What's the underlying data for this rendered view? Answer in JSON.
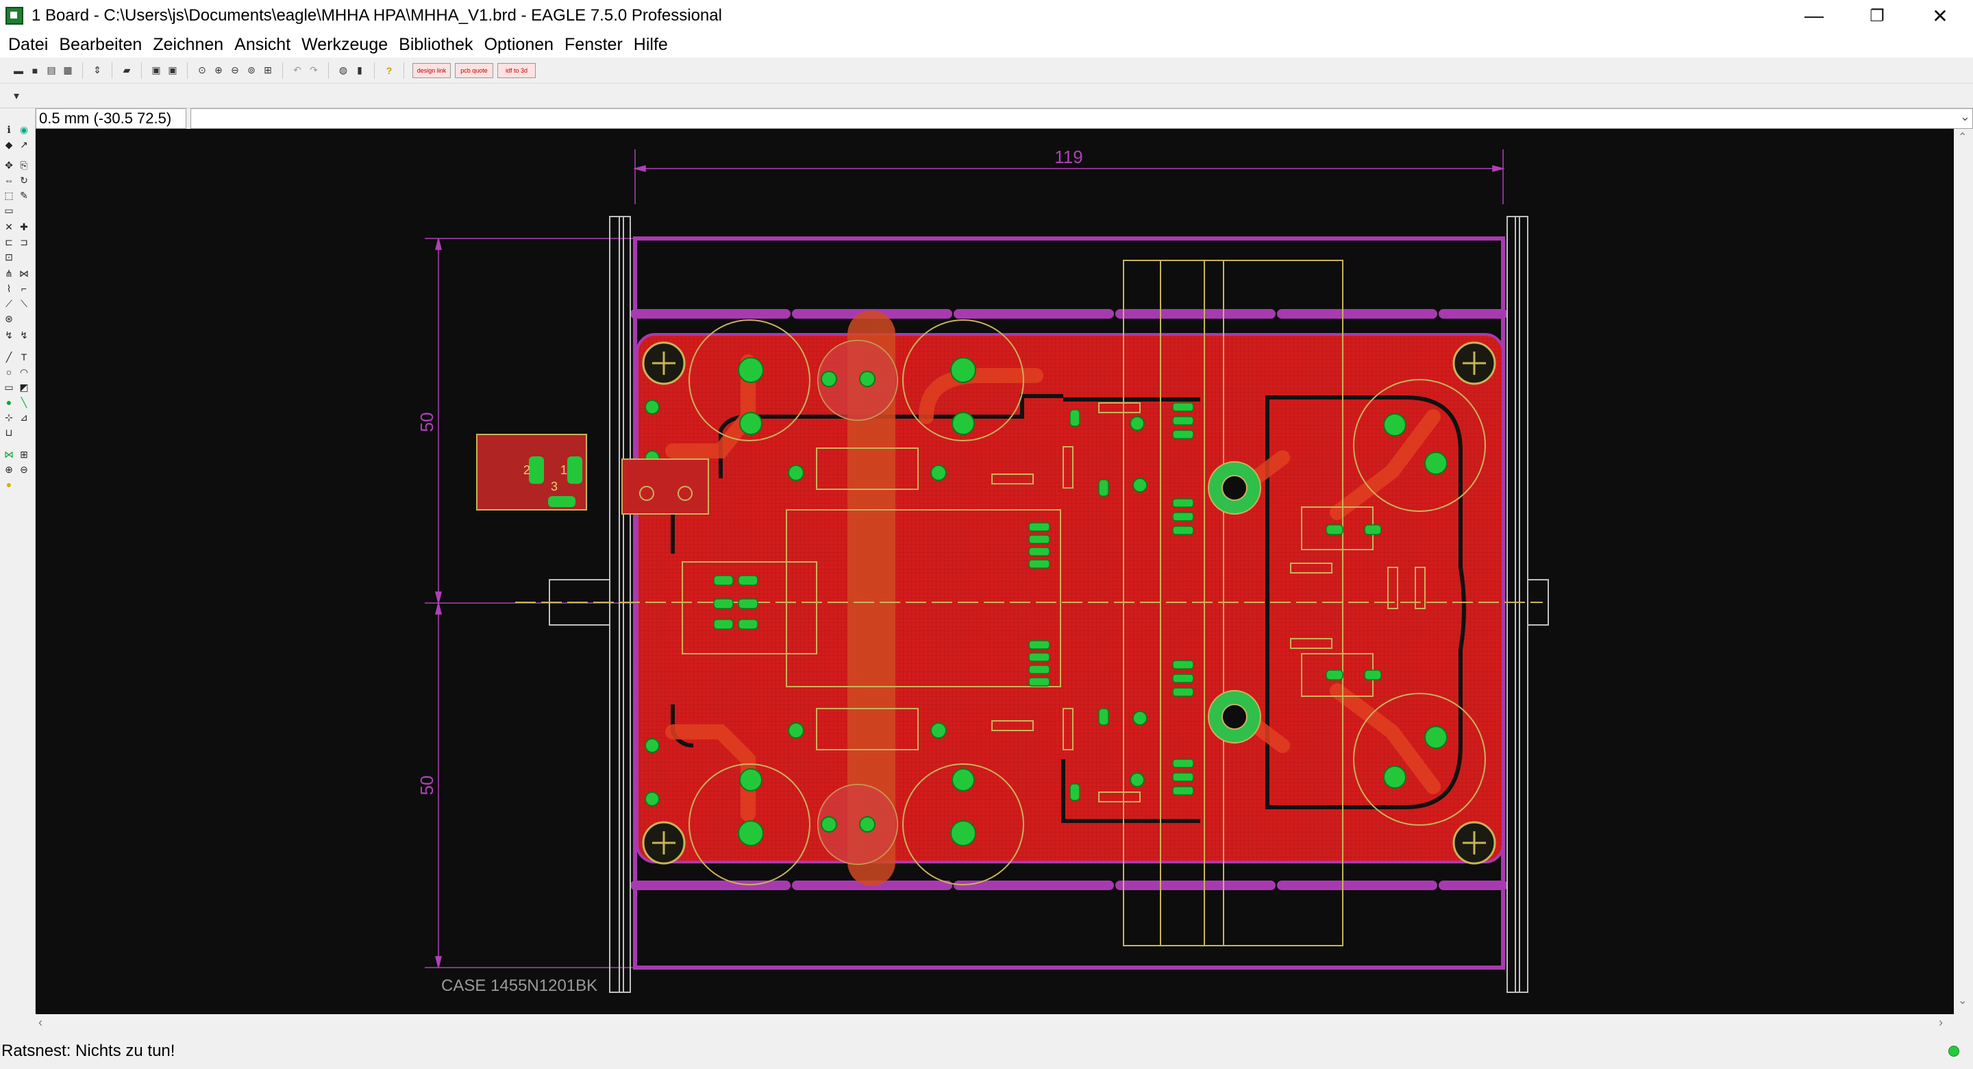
{
  "window": {
    "title": "1 Board - C:\\Users\\js\\Documents\\eagle\\MHHA HPA\\MHHA_V1.brd - EAGLE 7.5.0 Professional",
    "controls": {
      "minimize": "—",
      "restore": "❐",
      "close": "✕"
    }
  },
  "menu": {
    "items": [
      "Datei",
      "Bearbeiten",
      "Zeichnen",
      "Ansicht",
      "Werkzeuge",
      "Bibliothek",
      "Optionen",
      "Fenster",
      "Hilfe"
    ]
  },
  "toolbar": {
    "buttons": [
      "open-icon",
      "save-icon",
      "print-icon",
      "cam-icon",
      "sch-brd-icon",
      "script-icon",
      "run-icon",
      "zoom-fit-icon",
      "zoom-in-icon",
      "zoom-out-icon",
      "zoom-redraw-icon",
      "zoom-area-icon",
      "undo-icon",
      "redo-icon",
      "stop-icon",
      "go-icon",
      "help-icon"
    ],
    "plugins": [
      "design link",
      "pcb quote",
      "idf to 3d"
    ]
  },
  "command": {
    "coordinate": "0.5 mm (-30.5 72.5)",
    "value": ""
  },
  "board": {
    "dimension_width": "119",
    "dimension_top": "50",
    "dimension_bottom": "50",
    "case_label": "CASE 1455N1201BK",
    "connector_pins": [
      "2",
      "1",
      "3"
    ],
    "colors": {
      "background": "#0d0d0d",
      "copper_top": "#d01c1c",
      "outline": "#a83ab0",
      "pads": "#22c83a",
      "silk": "#c8b45a",
      "dimension": "#b040b8"
    }
  },
  "status": {
    "message": "Ratsnest: Nichts zu tun!",
    "indicator": "#27c93f"
  }
}
